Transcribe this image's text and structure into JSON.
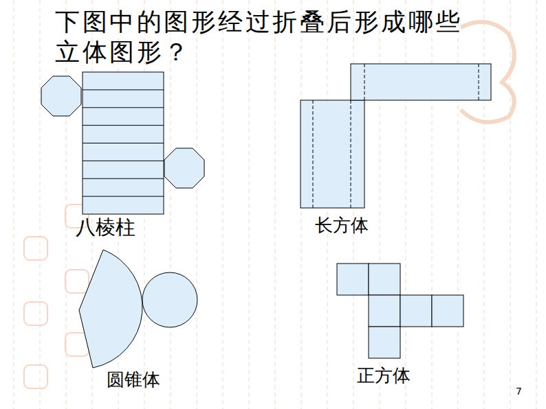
{
  "diagram": {
    "title": "下图中的图形经过折叠后形成哪些立体图形？",
    "labels": [
      "八棱柱",
      "长方体",
      "圆锥体",
      "正方体",
      "7"
    ]
  }
}
